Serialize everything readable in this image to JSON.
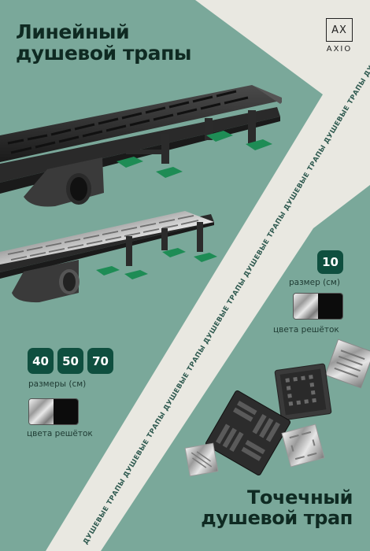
{
  "title_top": {
    "line1": "Линейный",
    "line2": "душевой трапы"
  },
  "title_bottom": {
    "line1": "Точечный",
    "line2": "душевой трап"
  },
  "logo": {
    "mark": "AX",
    "word": "AXIO"
  },
  "diagonal_text": "ДУШЕВЫЕ ТРАПЫ ДУШЕВЫЕ ТРАПЫ ДУШЕВЫЕ ТРАПЫ ДУШЕВЫЕ ТРАПЫ ДУШЕВЫЕ ТРАПЫ ДУШЕВЫЕ ТРАПЫ ДУШЕВЫЕ ТРАПЫ ДУШЕВЫЕ ТРАПЫ ДУШЕВЫЕ ТРАПЫ ДУШЕВЫЕ ТРАПЫ ДУШЕВЫЕ ТРАПЫ ДУШЕВЫЕ ТРАПЫ",
  "linear": {
    "sizes": [
      "40",
      "50",
      "70"
    ],
    "sizes_caption": "размеры (см)",
    "colors_caption": "цвета решёток"
  },
  "point": {
    "size": "10",
    "size_caption": "размер (см)",
    "colors_caption": "цвета решёток"
  },
  "colors": {
    "background_green": "#7aa89a",
    "badge": "#0f4f3f",
    "title": "#0f2a22",
    "cream": "#e9e8e1"
  },
  "icons": [
    "linear-drain-black",
    "linear-drain-steel",
    "point-drain-grate"
  ]
}
